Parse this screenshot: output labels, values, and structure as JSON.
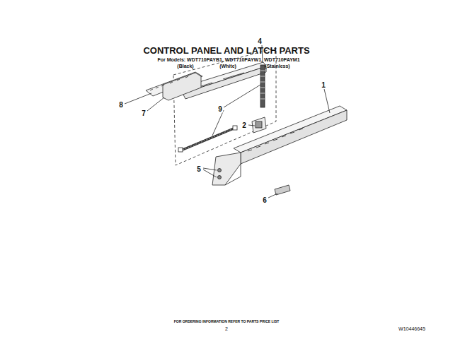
{
  "diagram": {
    "title": "CONTROL PANEL AND LATCH PARTS",
    "labels": [
      "For Models: WDT710PAYB1, WDT710PAYW1, WDT710PAYM1",
      "(Black)",
      "(White)",
      "(Stainless)",
      "4",
      "1",
      "8",
      "7",
      "9",
      "2",
      "5",
      "6",
      "FOR ORDERING INFORMATION REFER TO PARTS PRICE LIST",
      "2",
      "W10446645"
    ]
  }
}
